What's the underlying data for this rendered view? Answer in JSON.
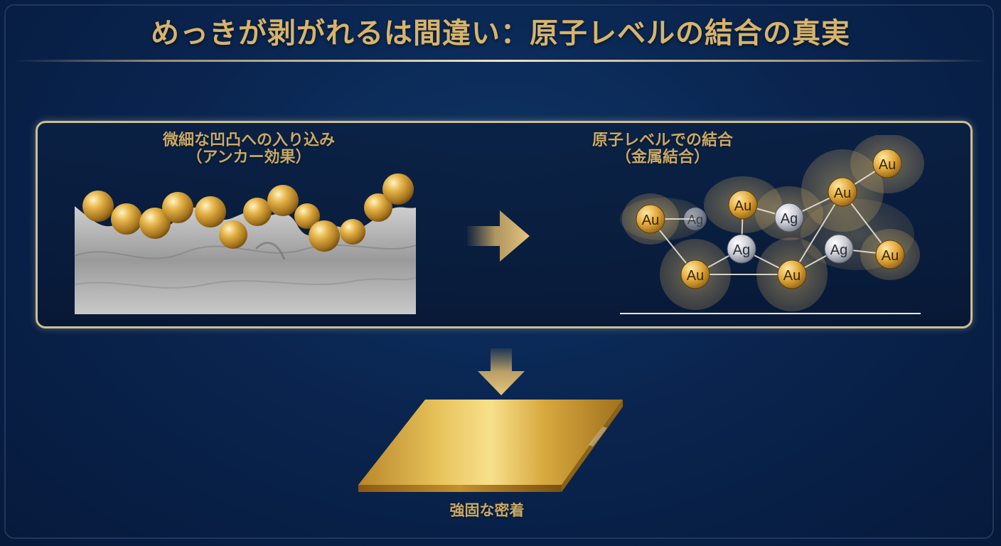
{
  "header": {
    "title": "めっきが剥がれるは間違い：原子レベルの結合の真実"
  },
  "left_panel": {
    "caption_line1": "微細な凹凸への入り込み",
    "caption_line2": "（アンカー効果）"
  },
  "right_panel": {
    "caption_line1": "原子レベルでの結合",
    "caption_line2": "（金属結合）",
    "atoms": [
      {
        "label": "Au"
      },
      {
        "label": "Ag"
      },
      {
        "label": "Au"
      },
      {
        "label": "Ag"
      },
      {
        "label": "Au"
      },
      {
        "label": "Au"
      },
      {
        "label": "Ag"
      },
      {
        "label": "Ag"
      },
      {
        "label": "Au"
      },
      {
        "label": "Au"
      },
      {
        "label": "Au"
      }
    ]
  },
  "result": {
    "caption": "強固な密着"
  },
  "colors": {
    "background": "#0a2550",
    "accent_gold": "#d8b46a",
    "panel_border": "#cdbd93"
  }
}
